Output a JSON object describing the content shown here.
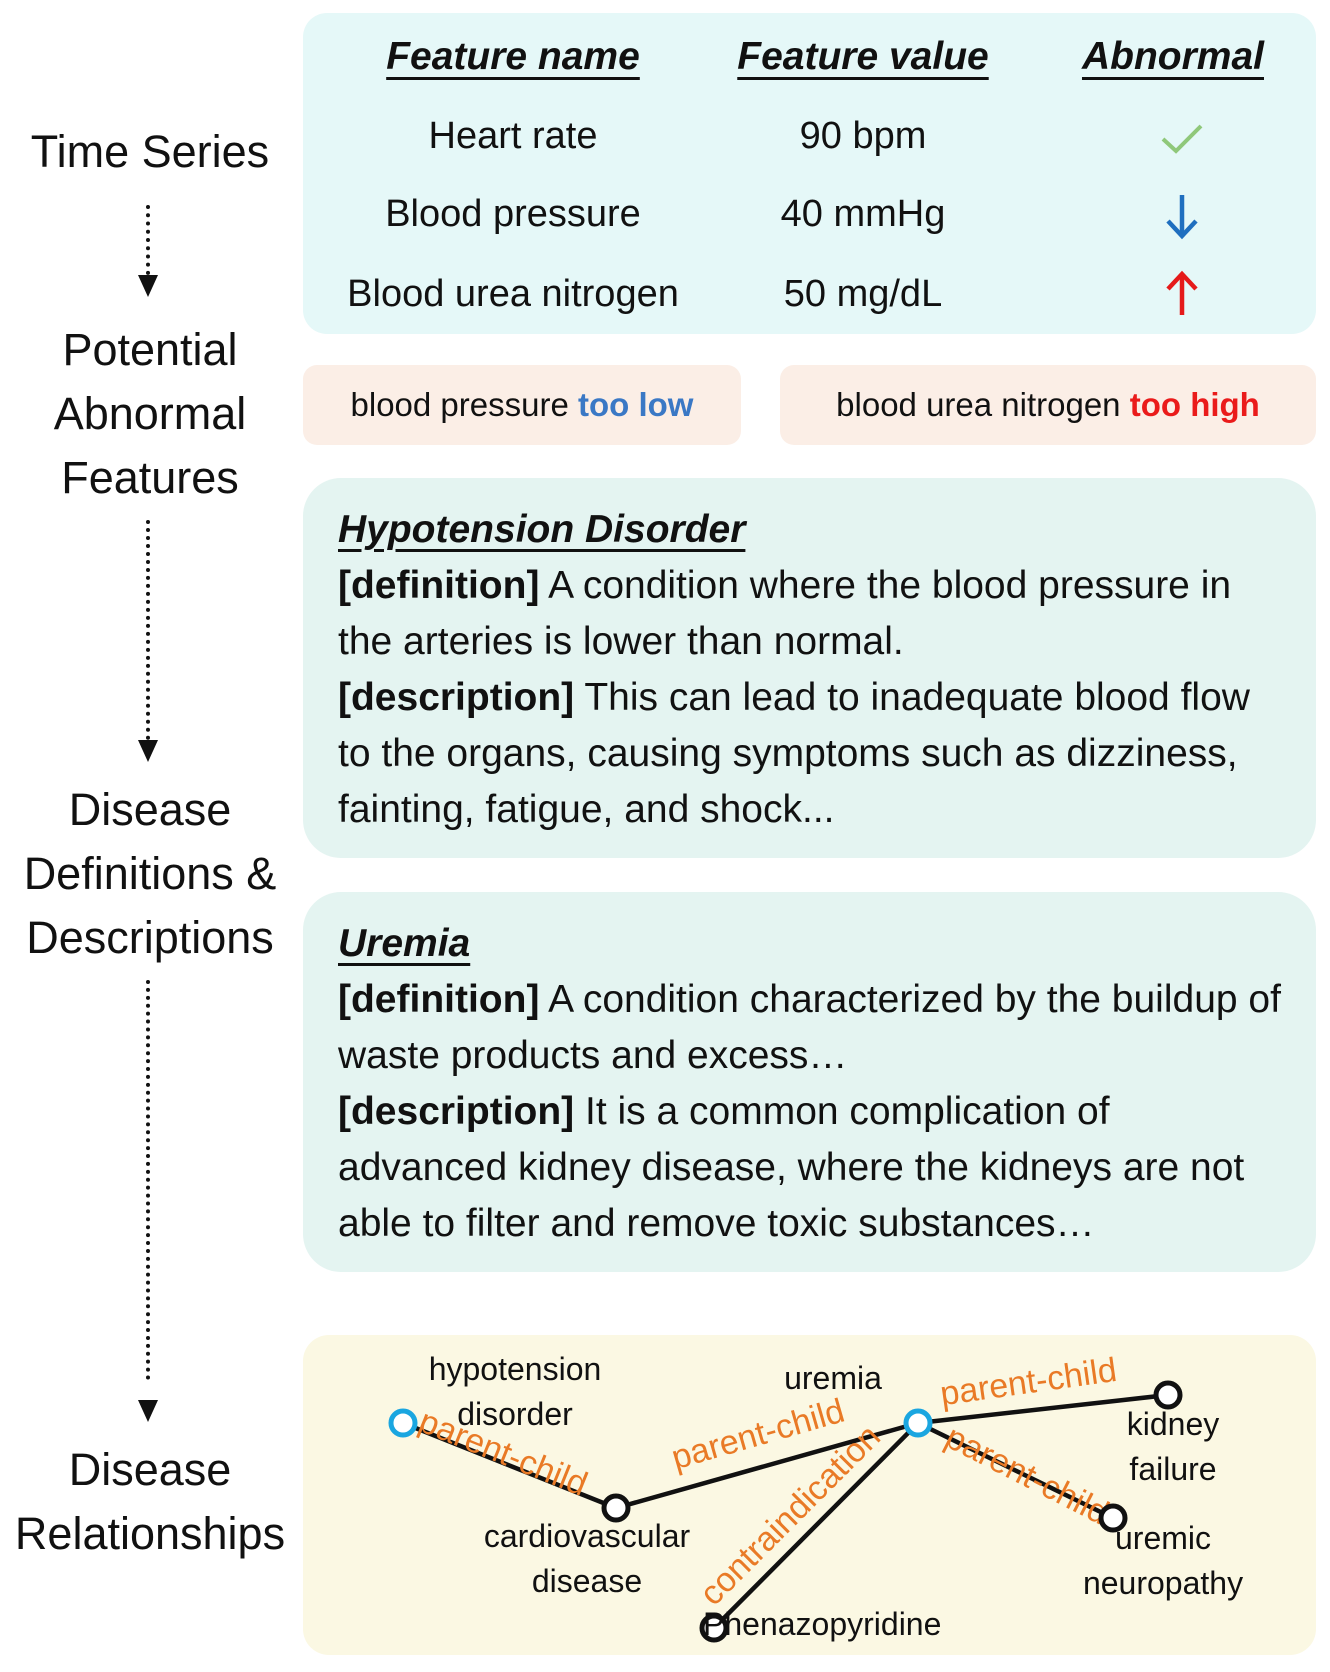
{
  "stages": [
    "Time Series",
    "Potential Abnormal Features",
    "Disease Definitions & Descriptions",
    "Disease Relationships"
  ],
  "stage_lines": {
    "ts": [
      "Time Series"
    ],
    "paf": [
      "Potential",
      "Abnormal",
      "Features"
    ],
    "ddd": [
      "Disease",
      "Definitions &",
      "Descriptions"
    ],
    "dr": [
      "Disease",
      "Relationships"
    ]
  },
  "table": {
    "headers": [
      "Feature name",
      "Feature value",
      "Abnormal"
    ],
    "rows": [
      {
        "name": "Heart rate",
        "value": "90 bpm",
        "abnormal": "normal",
        "icon": "check-icon",
        "color": "#8fc87a"
      },
      {
        "name": "Blood pressure",
        "value": "40 mmHg",
        "abnormal": "low",
        "icon": "arrow-down-icon",
        "color": "#1f6fbf"
      },
      {
        "name": "Blood urea nitrogen",
        "value": "50 mg/dL",
        "abnormal": "high",
        "icon": "arrow-up-icon",
        "color": "#e51a1a"
      }
    ]
  },
  "abnormal_features": [
    {
      "feature": "blood pressure",
      "status": "too low",
      "color": "#3a78c5"
    },
    {
      "feature": "blood urea nitrogen",
      "status": "too high",
      "color": "#ea1b1b"
    }
  ],
  "diseases": [
    {
      "title": "Hypotension Disorder",
      "definition_tag": "[definition]",
      "definition": "A condition where the blood pressure in the arteries is lower than normal.",
      "description_tag": "[description]",
      "description": "This can lead to inadequate blood flow to the organs, causing symptoms such as dizziness, fainting, fatigue, and shock..."
    },
    {
      "title": "Uremia",
      "definition_tag": "[definition]",
      "definition": "A condition characterized by the buildup of waste products and excess…",
      "description_tag": "[description]",
      "description": "It is a common complication of advanced kidney disease, where the kidneys are not able to filter and remove toxic substances…"
    }
  ],
  "graph": {
    "nodes": [
      {
        "id": "hypotension",
        "label_lines": [
          "hypotension",
          "disorder"
        ],
        "highlight": true
      },
      {
        "id": "cardio",
        "label_lines": [
          "cardiovascular",
          "disease"
        ],
        "highlight": false
      },
      {
        "id": "uremia",
        "label_lines": [
          "uremia"
        ],
        "highlight": true
      },
      {
        "id": "kidney",
        "label_lines": [
          "kidney",
          "failure"
        ],
        "highlight": false
      },
      {
        "id": "neuropathy",
        "label_lines": [
          "uremic",
          "neuropathy"
        ],
        "highlight": false
      },
      {
        "id": "phenazo",
        "label_lines": [
          "Phenazopyridine"
        ],
        "highlight": false
      }
    ],
    "edges": [
      {
        "from": "hypotension",
        "to": "cardio",
        "relation": "parent-child"
      },
      {
        "from": "cardio",
        "to": "uremia",
        "relation": "parent-child"
      },
      {
        "from": "uremia",
        "to": "kidney",
        "relation": "parent-child"
      },
      {
        "from": "uremia",
        "to": "neuropathy",
        "relation": "parent-child"
      },
      {
        "from": "uremia",
        "to": "phenazo",
        "relation": "contraindication"
      }
    ],
    "colors": {
      "highlight": "#1aa6e0",
      "node": "#111111",
      "relation": "#e97a26",
      "edge": "#111111"
    }
  }
}
